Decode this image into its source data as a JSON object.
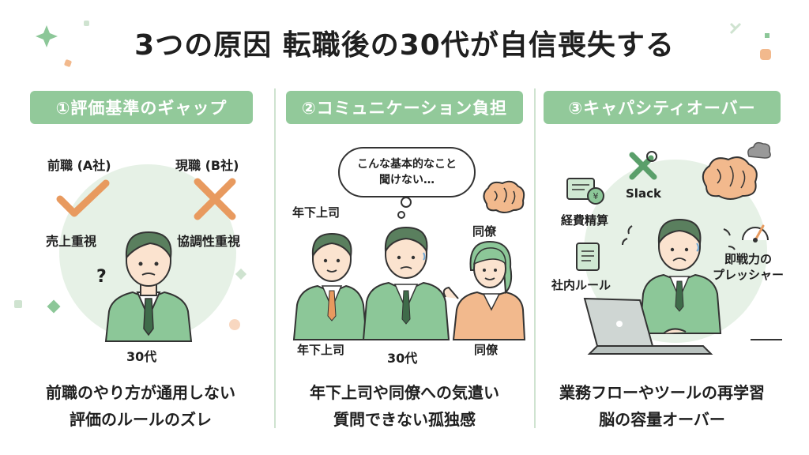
{
  "title": "3つの原因 転職後の30代が自信喪失する",
  "colors": {
    "accent_green": "#92c99a",
    "suit_green": "#8cc798",
    "bg_circle": "#e6f1e6",
    "orange": "#e89a5f",
    "divider": "#cfe3d0"
  },
  "panels": [
    {
      "header": "①評価基準のギャップ",
      "labels": {
        "prev_job": "前職 (A社)",
        "curr_job": "現職 (B社)",
        "prev_focus": "売上重視",
        "curr_focus": "協調性重視",
        "person": "30代",
        "question_mark": "?"
      },
      "icons": [
        "check-icon",
        "cross-icon"
      ],
      "caption": [
        "前職のやり方が通用しない",
        "評価のルールのズレ"
      ]
    },
    {
      "header": "②コミュニケーション負担",
      "labels": {
        "thought_line1": "こんな基本的なこと",
        "thought_line2": "聞けない…",
        "boss_top": "年下上司",
        "colleague_top": "同僚",
        "boss_bottom": "年下上司",
        "person": "30代",
        "colleague_bottom": "同僚"
      },
      "icons": [
        "brain-icon",
        "thought-bubble-icon"
      ],
      "caption": [
        "年下上司や同僚への気遣い",
        "質問できない孤独感"
      ]
    },
    {
      "header": "③キャパシティオーバー",
      "labels": {
        "expense": "経費精算",
        "slack": "Slack",
        "rules": "社内ルール",
        "pressure": "即戦力の\nプレッシャー"
      },
      "icons": [
        "receipt-yen-icon",
        "tools-icon",
        "document-icon",
        "gauge-icon",
        "brain-icon",
        "laptop-icon"
      ],
      "caption": [
        "業務フローやツールの再学習",
        "脳の容量オーバー"
      ]
    }
  ]
}
